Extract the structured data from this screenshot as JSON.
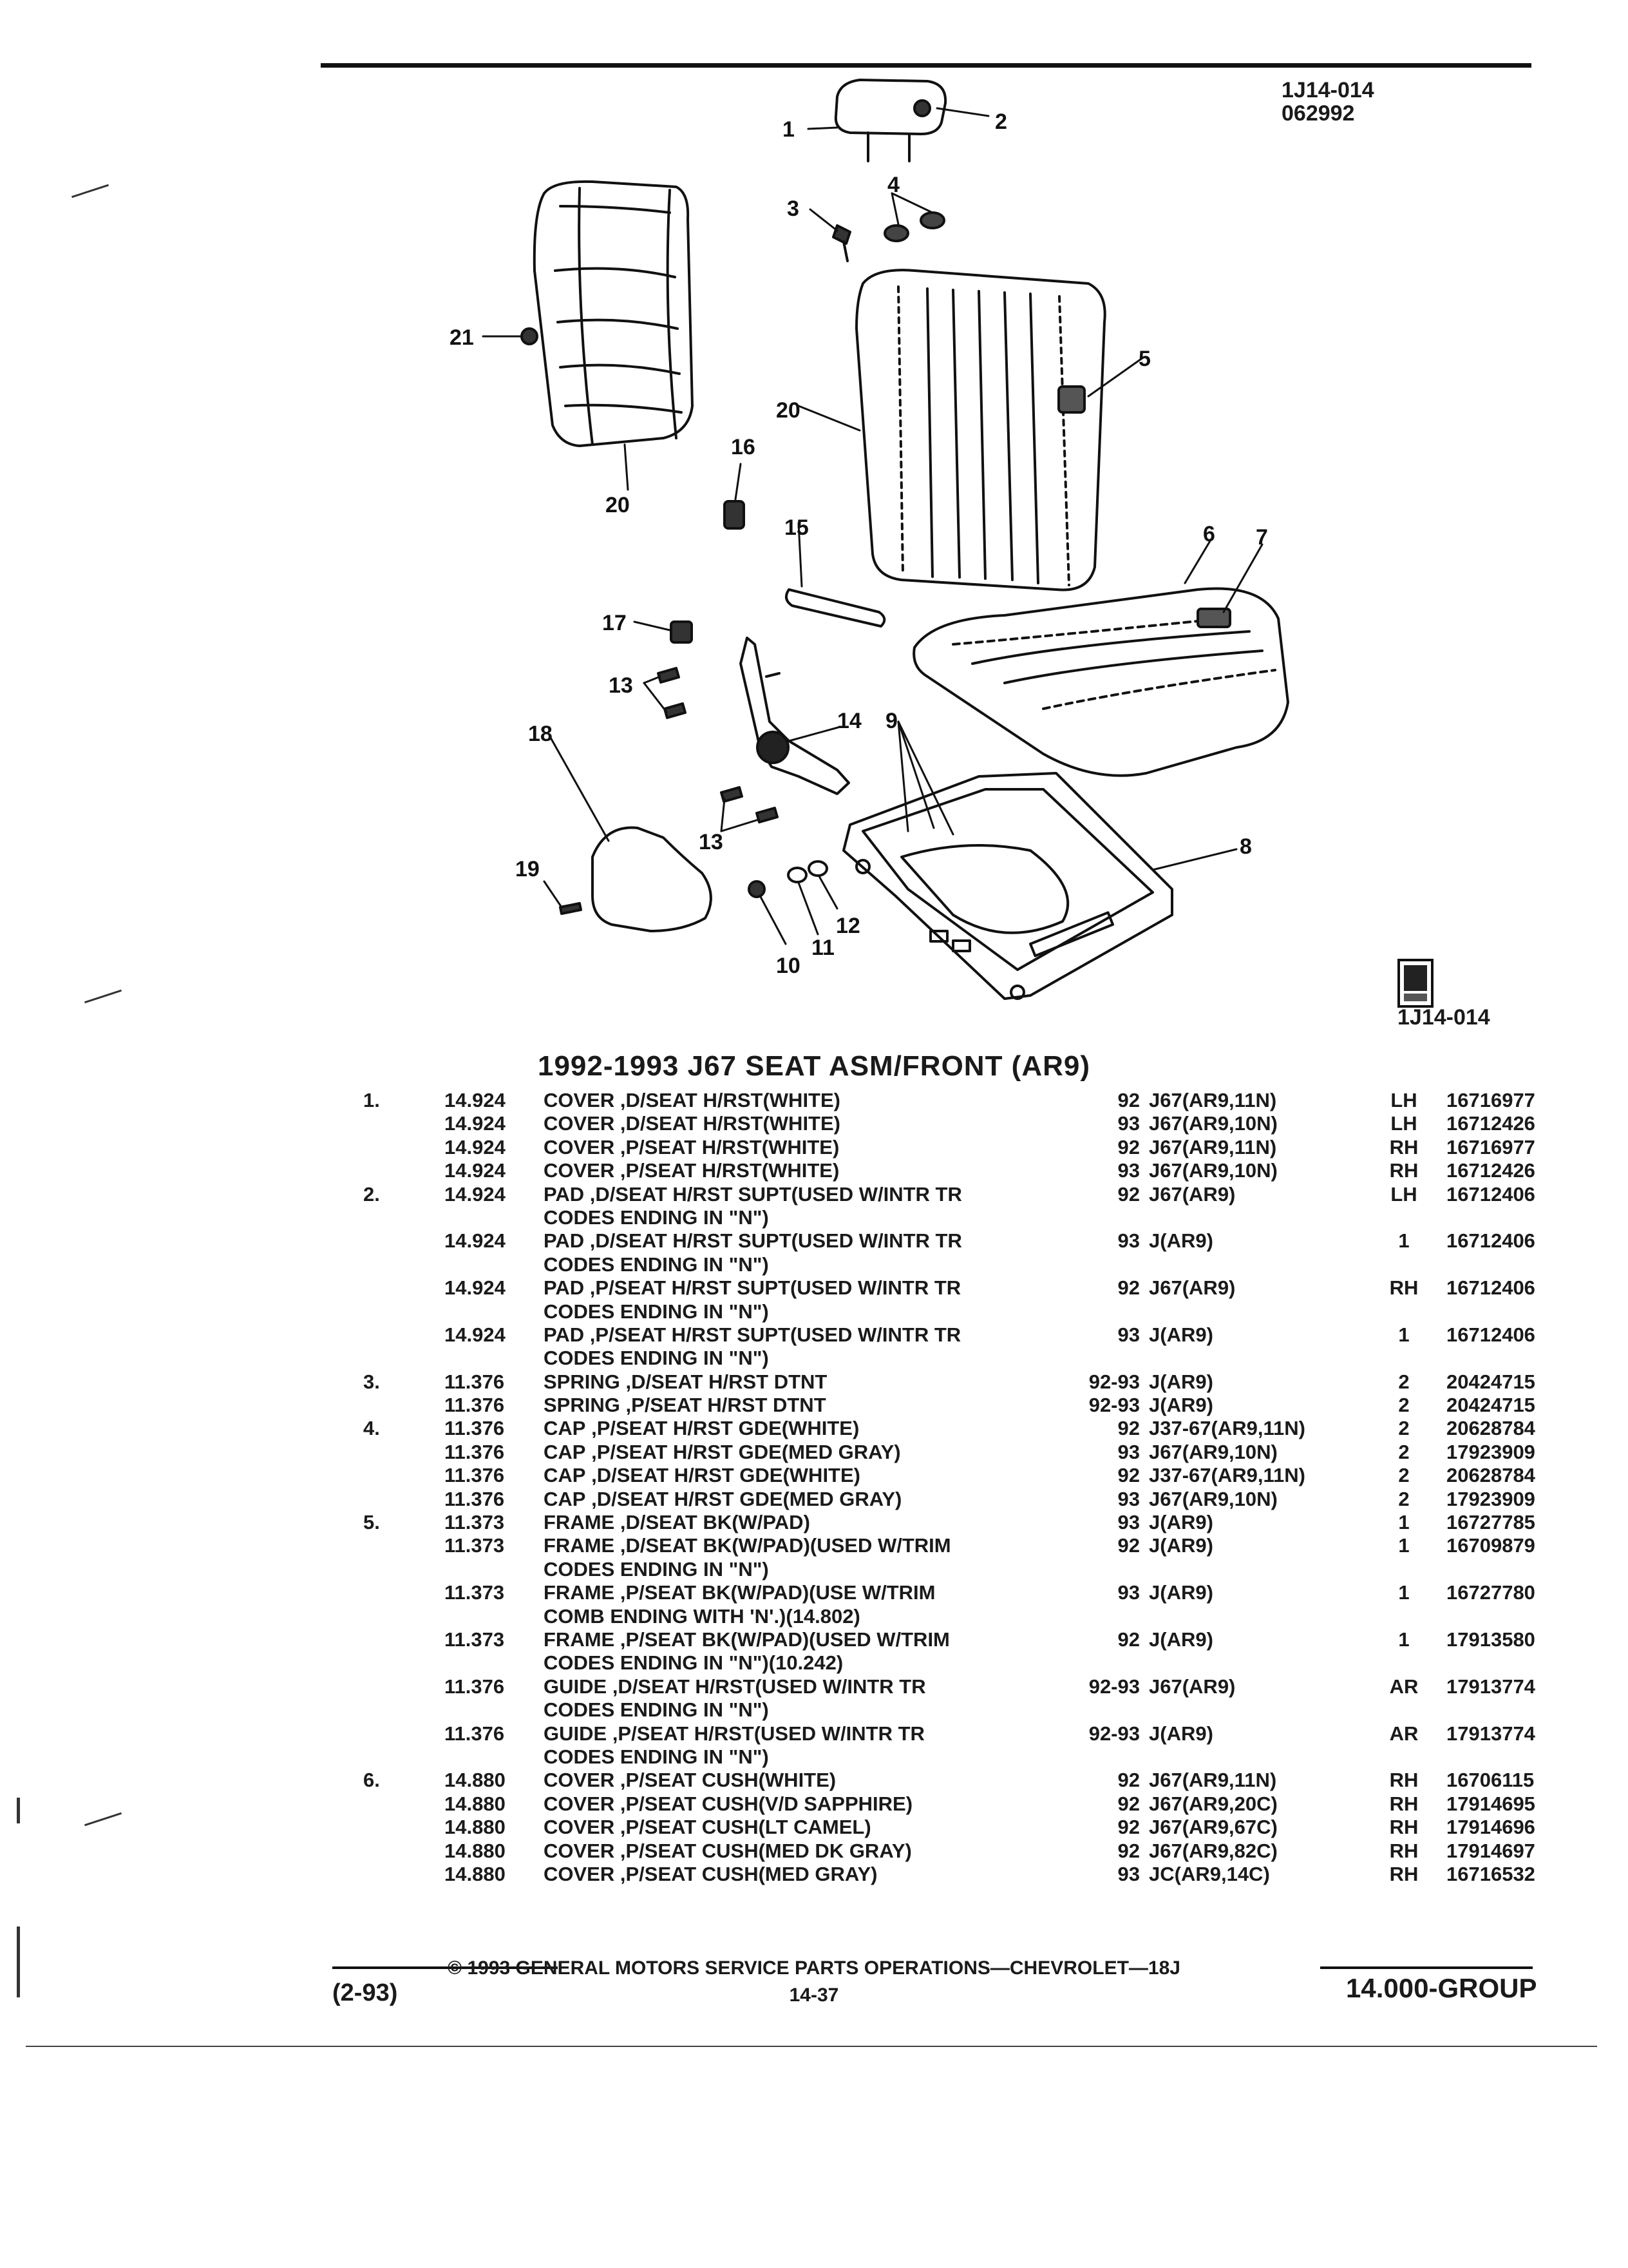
{
  "header": {
    "ref_code": "1J14-014",
    "ref_date": "062992"
  },
  "diagram": {
    "callouts": [
      "1",
      "2",
      "3",
      "4",
      "5",
      "6",
      "7",
      "8",
      "9",
      "10",
      "11",
      "12",
      "13",
      "13",
      "14",
      "15",
      "16",
      "17",
      "18",
      "19",
      "20",
      "20",
      "21"
    ],
    "badge_code": "1J14-014"
  },
  "title": "1992-1993 J67 SEAT ASM/FRONT (AR9)",
  "parts": [
    {
      "item": "1.",
      "group": "14.924",
      "name": "COVER",
      "desc": ",D/SEAT H/RST(WHITE)",
      "cont": "",
      "year": "92",
      "model": "J67(AR9,11N)",
      "qty": "LH",
      "part": "16716977"
    },
    {
      "item": "",
      "group": "14.924",
      "name": "COVER",
      "desc": ",D/SEAT H/RST(WHITE)",
      "cont": "",
      "year": "93",
      "model": "J67(AR9,10N)",
      "qty": "LH",
      "part": "16712426"
    },
    {
      "item": "",
      "group": "14.924",
      "name": "COVER",
      "desc": ",P/SEAT H/RST(WHITE)",
      "cont": "",
      "year": "92",
      "model": "J67(AR9,11N)",
      "qty": "RH",
      "part": "16716977"
    },
    {
      "item": "",
      "group": "14.924",
      "name": "COVER",
      "desc": ",P/SEAT H/RST(WHITE)",
      "cont": "",
      "year": "93",
      "model": "J67(AR9,10N)",
      "qty": "RH",
      "part": "16712426"
    },
    {
      "item": "2.",
      "group": "14.924",
      "name": "PAD",
      "desc": ",D/SEAT H/RST SUPT(USED W/INTR TR",
      "cont": "CODES ENDING IN \"N\")",
      "year": "92",
      "model": "J67(AR9)",
      "qty": "LH",
      "part": "16712406"
    },
    {
      "item": "",
      "group": "14.924",
      "name": "PAD",
      "desc": ",D/SEAT H/RST SUPT(USED W/INTR TR",
      "cont": "CODES ENDING IN \"N\")",
      "year": "93",
      "model": "J(AR9)",
      "qty": "1",
      "part": "16712406"
    },
    {
      "item": "",
      "group": "14.924",
      "name": "PAD",
      "desc": ",P/SEAT H/RST SUPT(USED W/INTR TR",
      "cont": "CODES ENDING IN \"N\")",
      "year": "92",
      "model": "J67(AR9)",
      "qty": "RH",
      "part": "16712406"
    },
    {
      "item": "",
      "group": "14.924",
      "name": "PAD",
      "desc": ",P/SEAT H/RST SUPT(USED W/INTR TR",
      "cont": "CODES ENDING IN \"N\")",
      "year": "93",
      "model": "J(AR9)",
      "qty": "1",
      "part": "16712406"
    },
    {
      "item": "3.",
      "group": "11.376",
      "name": "SPRING",
      "desc": ",D/SEAT H/RST DTNT",
      "cont": "",
      "year": "92-93",
      "model": "J(AR9)",
      "qty": "2",
      "part": "20424715"
    },
    {
      "item": "",
      "group": "11.376",
      "name": "SPRING",
      "desc": ",P/SEAT H/RST DTNT",
      "cont": "",
      "year": "92-93",
      "model": "J(AR9)",
      "qty": "2",
      "part": "20424715"
    },
    {
      "item": "4.",
      "group": "11.376",
      "name": "CAP",
      "desc": ",P/SEAT H/RST GDE(WHITE)",
      "cont": "",
      "year": "92",
      "model": "J37-67(AR9,11N)",
      "qty": "2",
      "part": "20628784"
    },
    {
      "item": "",
      "group": "11.376",
      "name": "CAP",
      "desc": ",P/SEAT H/RST GDE(MED GRAY)",
      "cont": "",
      "year": "93",
      "model": "J67(AR9,10N)",
      "qty": "2",
      "part": "17923909"
    },
    {
      "item": "",
      "group": "11.376",
      "name": "CAP",
      "desc": ",D/SEAT H/RST GDE(WHITE)",
      "cont": "",
      "year": "92",
      "model": "J37-67(AR9,11N)",
      "qty": "2",
      "part": "20628784"
    },
    {
      "item": "",
      "group": "11.376",
      "name": "CAP",
      "desc": ",D/SEAT H/RST GDE(MED GRAY)",
      "cont": "",
      "year": "93",
      "model": "J67(AR9,10N)",
      "qty": "2",
      "part": "17923909"
    },
    {
      "item": "5.",
      "group": "11.373",
      "name": "FRAME",
      "desc": ",D/SEAT BK(W/PAD)",
      "cont": "",
      "year": "93",
      "model": "J(AR9)",
      "qty": "1",
      "part": "16727785"
    },
    {
      "item": "",
      "group": "11.373",
      "name": "FRAME",
      "desc": ",D/SEAT BK(W/PAD)(USED W/TRIM",
      "cont": "CODES ENDING IN \"N\")",
      "year": "92",
      "model": "J(AR9)",
      "qty": "1",
      "part": "16709879"
    },
    {
      "item": "",
      "group": "11.373",
      "name": "FRAME",
      "desc": ",P/SEAT BK(W/PAD)(USE W/TRIM",
      "cont": "COMB ENDING WITH 'N'.)(14.802)",
      "year": "93",
      "model": "J(AR9)",
      "qty": "1",
      "part": "16727780"
    },
    {
      "item": "",
      "group": "11.373",
      "name": "FRAME",
      "desc": ",P/SEAT BK(W/PAD)(USED W/TRIM",
      "cont": "CODES ENDING IN \"N\")(10.242)",
      "year": "92",
      "model": "J(AR9)",
      "qty": "1",
      "part": "17913580"
    },
    {
      "item": "",
      "group": "11.376",
      "name": "GUIDE",
      "desc": ",D/SEAT H/RST(USED W/INTR TR",
      "cont": "CODES ENDING IN \"N\")",
      "year": "92-93",
      "model": "J67(AR9)",
      "qty": "AR",
      "part": "17913774"
    },
    {
      "item": "",
      "group": "11.376",
      "name": "GUIDE",
      "desc": ",P/SEAT H/RST(USED W/INTR TR",
      "cont": "CODES ENDING IN \"N\")",
      "year": "92-93",
      "model": "J(AR9)",
      "qty": "AR",
      "part": "17913774"
    },
    {
      "item": "6.",
      "group": "14.880",
      "name": "COVER",
      "desc": ",P/SEAT CUSH(WHITE)",
      "cont": "",
      "year": "92",
      "model": "J67(AR9,11N)",
      "qty": "RH",
      "part": "16706115"
    },
    {
      "item": "",
      "group": "14.880",
      "name": "COVER",
      "desc": ",P/SEAT CUSH(V/D SAPPHIRE)",
      "cont": "",
      "year": "92",
      "model": "J67(AR9,20C)",
      "qty": "RH",
      "part": "17914695"
    },
    {
      "item": "",
      "group": "14.880",
      "name": "COVER",
      "desc": ",P/SEAT CUSH(LT CAMEL)",
      "cont": "",
      "year": "92",
      "model": "J67(AR9,67C)",
      "qty": "RH",
      "part": "17914696"
    },
    {
      "item": "",
      "group": "14.880",
      "name": "COVER",
      "desc": ",P/SEAT CUSH(MED DK GRAY)",
      "cont": "",
      "year": "92",
      "model": "J67(AR9,82C)",
      "qty": "RH",
      "part": "17914697"
    },
    {
      "item": "",
      "group": "14.880",
      "name": "COVER",
      "desc": ",P/SEAT CUSH(MED GRAY)",
      "cont": "",
      "year": "93",
      "model": "JC(AR9,14C)",
      "qty": "RH",
      "part": "16716532"
    }
  ],
  "footer": {
    "date_code": "(2-93)",
    "copyright": "© 1993 GENERAL MOTORS SERVICE PARTS OPERATIONS—CHEVROLET—18J",
    "page": "14-37",
    "group": "14.000-GROUP"
  }
}
